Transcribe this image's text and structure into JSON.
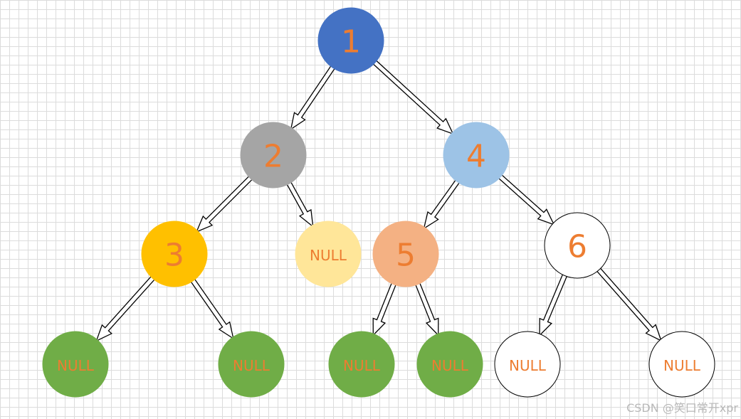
{
  "tree": {
    "nodes": [
      {
        "id": "n1",
        "label": "1",
        "fill": "#4472c4",
        "stroke": "#4472c4"
      },
      {
        "id": "n2",
        "label": "2",
        "fill": "#a5a5a5",
        "stroke": "#a5a5a5"
      },
      {
        "id": "n4",
        "label": "4",
        "fill": "#9dc3e6",
        "stroke": "#9dc3e6"
      },
      {
        "id": "n3",
        "label": "3",
        "fill": "#ffc000",
        "stroke": "#ffc000"
      },
      {
        "id": "n2r",
        "label": "NULL",
        "fill": "#ffe699",
        "stroke": "#ffe699"
      },
      {
        "id": "n5",
        "label": "5",
        "fill": "#f4b183",
        "stroke": "#f4b183"
      },
      {
        "id": "n6",
        "label": "6",
        "fill": "#ffffff",
        "stroke": "#000000"
      },
      {
        "id": "n3l",
        "label": "NULL",
        "fill": "#70ad47",
        "stroke": "#70ad47"
      },
      {
        "id": "n3r",
        "label": "NULL",
        "fill": "#70ad47",
        "stroke": "#70ad47"
      },
      {
        "id": "n5l",
        "label": "NULL",
        "fill": "#70ad47",
        "stroke": "#70ad47"
      },
      {
        "id": "n5r",
        "label": "NULL",
        "fill": "#70ad47",
        "stroke": "#70ad47"
      },
      {
        "id": "n6l",
        "label": "NULL",
        "fill": "#ffffff",
        "stroke": "#000000"
      },
      {
        "id": "n6r",
        "label": "NULL",
        "fill": "#ffffff",
        "stroke": "#000000"
      }
    ],
    "edges": [
      {
        "from": "n1",
        "to": "n2"
      },
      {
        "from": "n1",
        "to": "n4"
      },
      {
        "from": "n2",
        "to": "n3"
      },
      {
        "from": "n2",
        "to": "n2r"
      },
      {
        "from": "n4",
        "to": "n5"
      },
      {
        "from": "n4",
        "to": "n6"
      },
      {
        "from": "n3",
        "to": "n3l"
      },
      {
        "from": "n3",
        "to": "n3r"
      },
      {
        "from": "n5",
        "to": "n5l"
      },
      {
        "from": "n5",
        "to": "n5r"
      },
      {
        "from": "n6",
        "to": "n6l"
      },
      {
        "from": "n6",
        "to": "n6r"
      }
    ],
    "label_color": "#ed7d31",
    "arrow_style": "double-line hollow arrow"
  },
  "watermark": "CSDN @笑口常开xpr"
}
